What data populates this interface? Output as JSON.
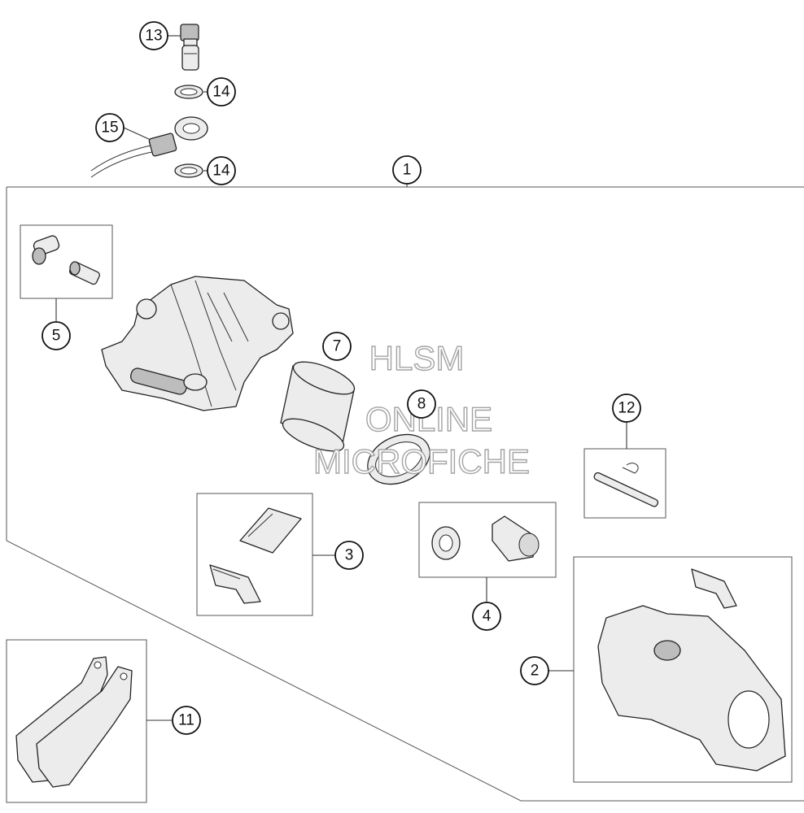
{
  "callouts": [
    {
      "id": "c1",
      "label": "1"
    },
    {
      "id": "c2",
      "label": "2"
    },
    {
      "id": "c3",
      "label": "3"
    },
    {
      "id": "c4",
      "label": "4"
    },
    {
      "id": "c5",
      "label": "5"
    },
    {
      "id": "c7",
      "label": "7"
    },
    {
      "id": "c8",
      "label": "8"
    },
    {
      "id": "c11",
      "label": "11"
    },
    {
      "id": "c12",
      "label": "12"
    },
    {
      "id": "c13",
      "label": "13"
    },
    {
      "id": "c14a",
      "label": "14"
    },
    {
      "id": "c14b",
      "label": "14"
    },
    {
      "id": "c15",
      "label": "15"
    }
  ],
  "watermark": {
    "line1": "HLSM",
    "line2": "ONLINE",
    "line3": "MICROFICHE"
  }
}
